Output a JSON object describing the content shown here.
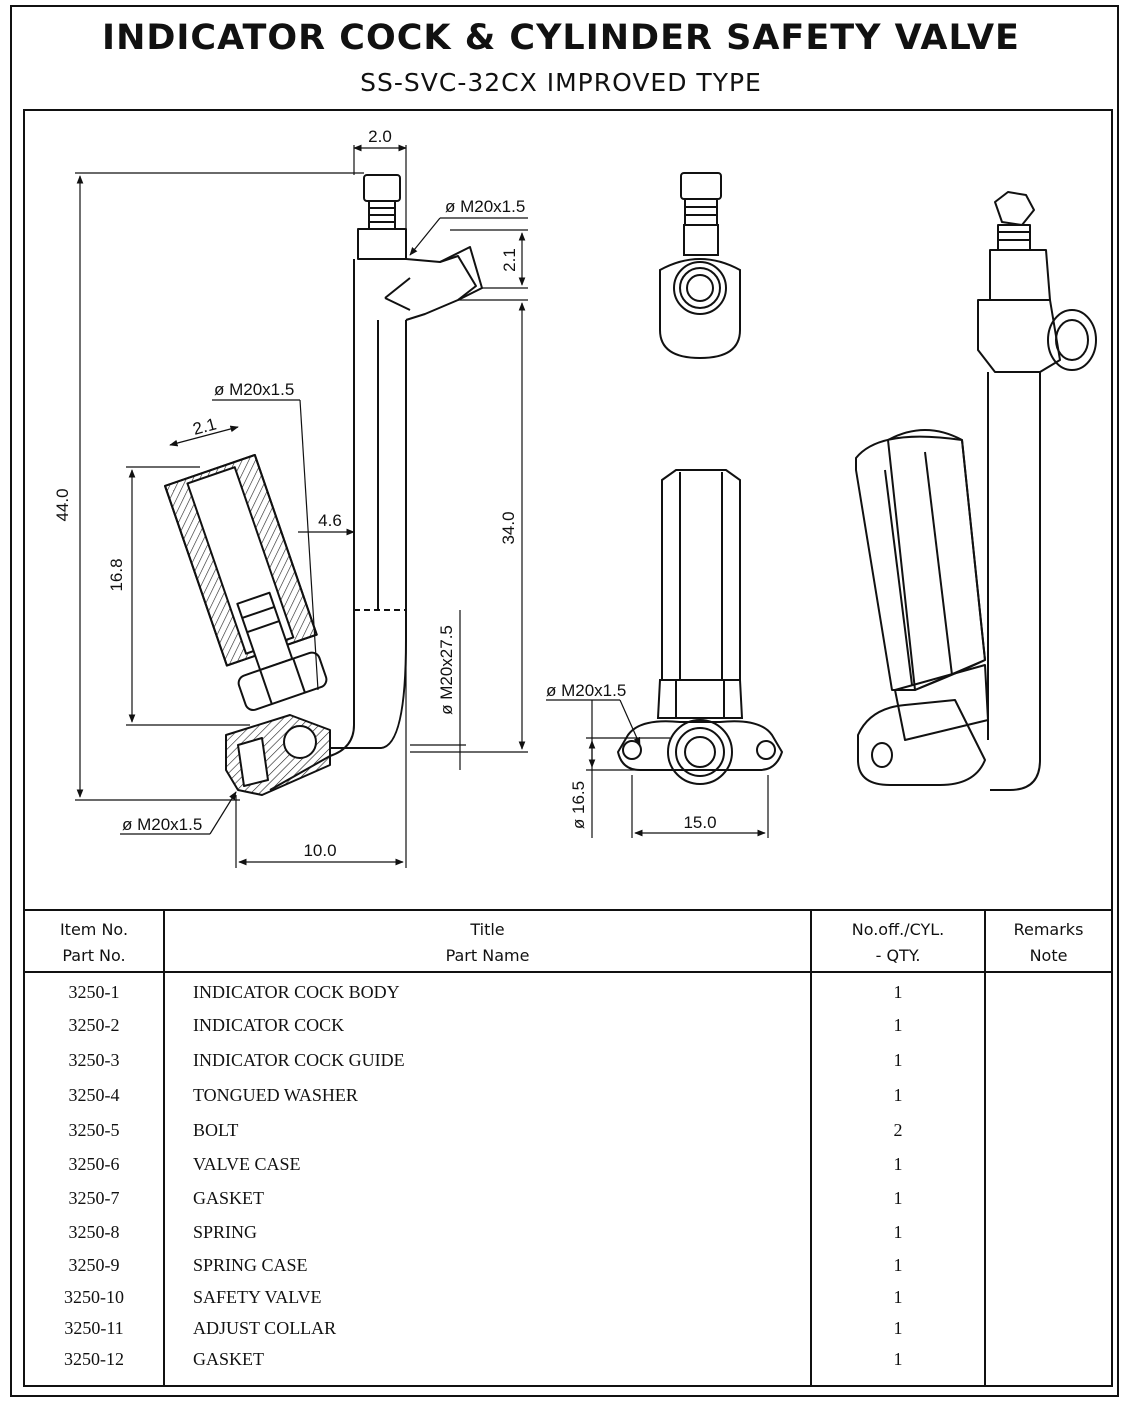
{
  "header": {
    "title": "INDICATOR COCK & CYLINDER SAFETY VALVE",
    "subtitle": "SS-SVC-32CX IMPROVED TYPE"
  },
  "drawing": {
    "dims": {
      "d_2_0": "2.0",
      "d_m20_top": "ø M20x1.5",
      "d_2_1_right": "2.1",
      "d_m20_mid": "ø M20x1.5",
      "d_2_1_left": "2.1",
      "d_4_6": "4.6",
      "d_44_0": "44.0",
      "d_16_8": "16.8",
      "d_34_0": "34.0",
      "d_m20x27_5": "ø M20x27.5",
      "d_m20_bottom": "ø M20x1.5",
      "d_10_0": "10.0",
      "d_m20_flange": "ø M20x1.5",
      "d_16_5": "ø 16.5",
      "d_15_0": "15.0"
    }
  },
  "table": {
    "headers": {
      "item_line1": "Item No.",
      "item_line2": "Part No.",
      "title_line1": "Title",
      "title_line2": "Part Name",
      "qty_line1": "No.off./CYL.",
      "qty_line2": "- QTY.",
      "remarks_line1": "Remarks",
      "remarks_line2": "Note"
    },
    "rows": [
      {
        "part_no": "3250-1",
        "name": "INDICATOR COCK BODY",
        "qty": "1"
      },
      {
        "part_no": "3250-2",
        "name": "INDICATOR COCK",
        "qty": "1"
      },
      {
        "part_no": "3250-3",
        "name": "INDICATOR COCK GUIDE",
        "qty": "1"
      },
      {
        "part_no": "3250-4",
        "name": "TONGUED WASHER",
        "qty": "1"
      },
      {
        "part_no": "3250-5",
        "name": "BOLT",
        "qty": "2"
      },
      {
        "part_no": "3250-6",
        "name": "VALVE CASE",
        "qty": "1"
      },
      {
        "part_no": "3250-7",
        "name": "GASKET",
        "qty": "1"
      },
      {
        "part_no": "3250-8",
        "name": "SPRING",
        "qty": "1"
      },
      {
        "part_no": "3250-9",
        "name": "SPRING CASE",
        "qty": "1"
      },
      {
        "part_no": "3250-10",
        "name": "SAFETY VALVE",
        "qty": "1"
      },
      {
        "part_no": "3250-11",
        "name": "ADJUST COLLAR",
        "qty": "1"
      },
      {
        "part_no": "3250-12",
        "name": "GASKET",
        "qty": "1"
      }
    ]
  }
}
